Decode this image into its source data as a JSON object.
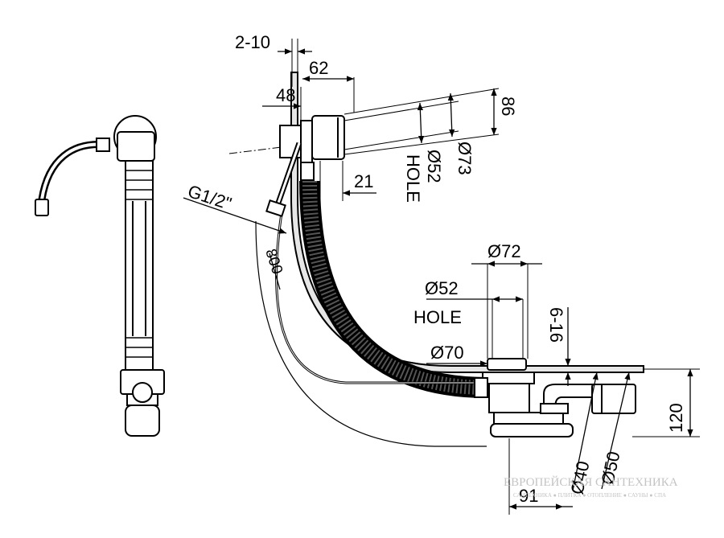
{
  "dimensions": {
    "gap": "2-10",
    "overflow_depth": "62",
    "flange_depth": "48",
    "height": "86",
    "hole_top": "Ø52",
    "hole_top_word": "HOLE",
    "outer_top": "Ø73",
    "thread": "G1/2\"",
    "offset": "21",
    "cable": "800",
    "drain_outer": "Ø72",
    "hole_bottom": "Ø52",
    "hole_bottom_word": "HOLE",
    "thickness": "6-16",
    "plug": "Ø70",
    "trap_height": "120",
    "outlet_inner": "Ø40",
    "outlet_outer": "Ø50",
    "drain_offset": "91"
  },
  "watermark": {
    "line1": "ЕВРОПЕЙСКАЯ САНТЕХНИКА",
    "line2": "САНТЕХНИКА ● ПЛИТКА ● ОТОПЛЕНИЕ ● САУНЫ ● СПА"
  },
  "colors": {
    "line": "#000000",
    "fill": "#ffffff",
    "wall": "#e6e6e6",
    "watermark": "#c4c4c4"
  }
}
